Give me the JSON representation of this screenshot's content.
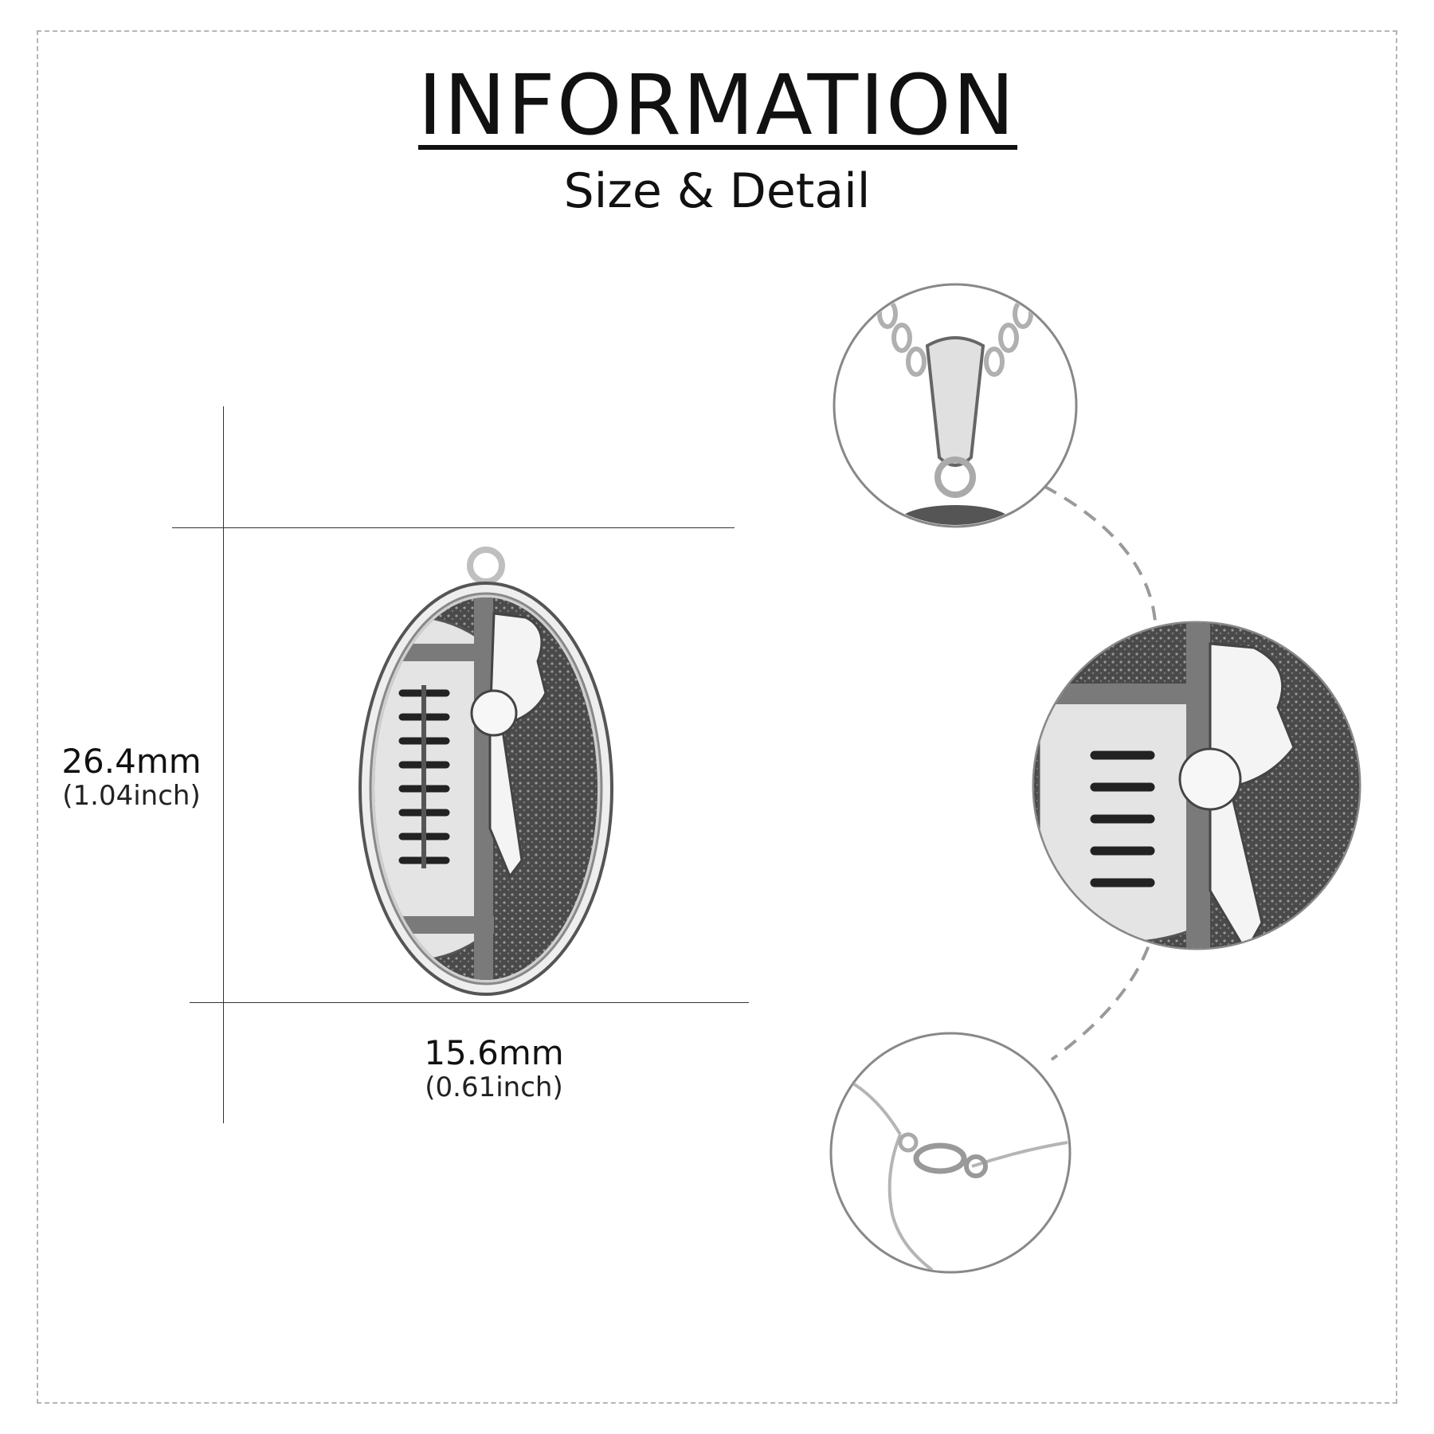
{
  "header": {
    "title": "INFORMATION",
    "subtitle": "Size & Detail"
  },
  "dimensions": {
    "height": {
      "mm": "26.4mm",
      "inch": "(1.04inch)"
    },
    "width": {
      "mm": "15.6mm",
      "inch": "(0.61inch)"
    }
  },
  "detail_views": [
    "bail-closeup",
    "pendant-face-closeup",
    "clasp-closeup"
  ],
  "colors": {
    "frame": "#b5b5b5",
    "silver": "#d9d9d9",
    "oxidized": "#3a3a3a",
    "connector": "#9a9a9a"
  }
}
